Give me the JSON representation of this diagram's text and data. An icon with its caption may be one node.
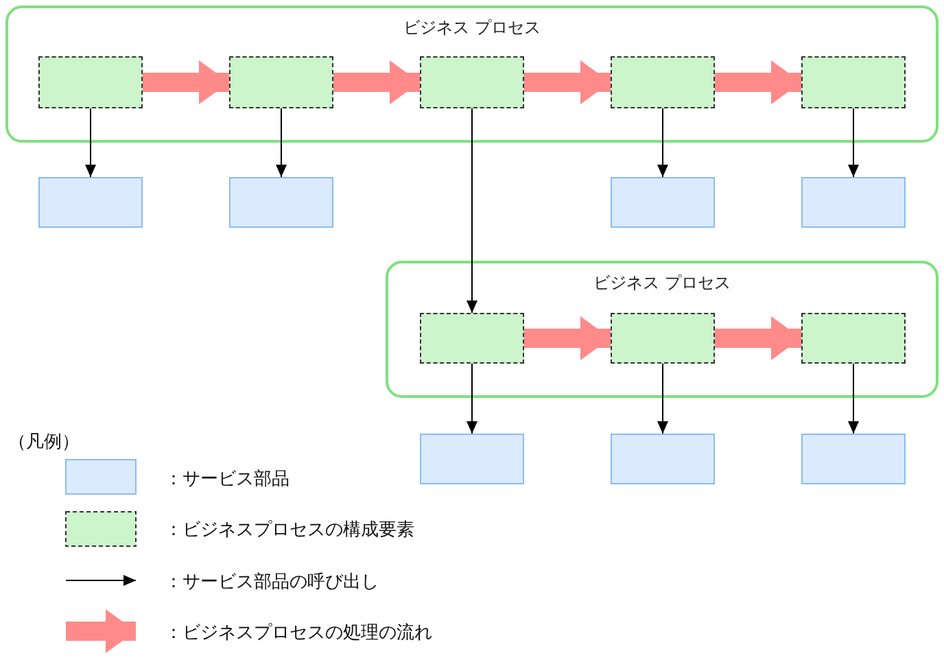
{
  "diagram": {
    "nodes": [
      {
        "text": [
          "ビジネス プロセス"
        ]
      },
      {
        "text": [],
        "shape": "box",
        "in": 0
      },
      {
        "text": [],
        "shape": "box",
        "in": 0
      },
      {
        "text": [],
        "shape": "box",
        "in": 0
      },
      {
        "text": [],
        "shape": "box",
        "in": 0
      },
      {
        "text": [],
        "shape": "box",
        "in": 0
      },
      {
        "text": [],
        "shape": "box"
      },
      {
        "text": [],
        "shape": "box"
      },
      {
        "text": [],
        "shape": "box"
      },
      {
        "text": [],
        "shape": "box"
      },
      {
        "text": [
          "ビジネス プロセス"
        ]
      },
      {
        "text": [],
        "shape": "box",
        "in": 10
      },
      {
        "text": [],
        "shape": "box",
        "in": 10
      },
      {
        "text": [],
        "shape": "box",
        "in": 10
      },
      {
        "text": [],
        "shape": "box"
      },
      {
        "text": [],
        "shape": "box"
      },
      {
        "text": [],
        "shape": "box"
      }
    ],
    "edges": [
      {
        "from": 1,
        "to": 2,
        "arrow": "to",
        "style": "thick",
        "color": "#ff8a8a"
      },
      {
        "from": 2,
        "to": 3,
        "arrow": "to",
        "style": "thick",
        "color": "#ff8a8a"
      },
      {
        "from": 3,
        "to": 4,
        "arrow": "to",
        "style": "thick",
        "color": "#ff8a8a"
      },
      {
        "from": 4,
        "to": 5,
        "arrow": "to",
        "style": "thick",
        "color": "#ff8a8a"
      },
      {
        "from": 1,
        "to": 6,
        "arrow": "to"
      },
      {
        "from": 2,
        "to": 7,
        "arrow": "to"
      },
      {
        "from": 4,
        "to": 8,
        "arrow": "to"
      },
      {
        "from": 5,
        "to": 9,
        "arrow": "to"
      },
      {
        "from": 3,
        "to": 11,
        "arrow": "to"
      },
      {
        "from": 11,
        "to": 12,
        "arrow": "to",
        "style": "thick",
        "color": "#ff8a8a"
      },
      {
        "from": 12,
        "to": 13,
        "arrow": "to",
        "style": "thick",
        "color": "#ff8a8a"
      },
      {
        "from": 11,
        "to": 14,
        "arrow": "to"
      },
      {
        "from": 12,
        "to": 15,
        "arrow": "to"
      },
      {
        "from": 13,
        "to": 16,
        "arrow": "to"
      }
    ],
    "labels": [
      "（凡例）"
    ],
    "legend": [
      {
        "text": "：サービス部品"
      },
      {
        "text": "：ビジネスプロセスの構成要素"
      },
      {
        "text": "：サービス部品の呼び出し"
      },
      {
        "text": "：ビジネスプロセスの処理の流れ"
      }
    ]
  }
}
